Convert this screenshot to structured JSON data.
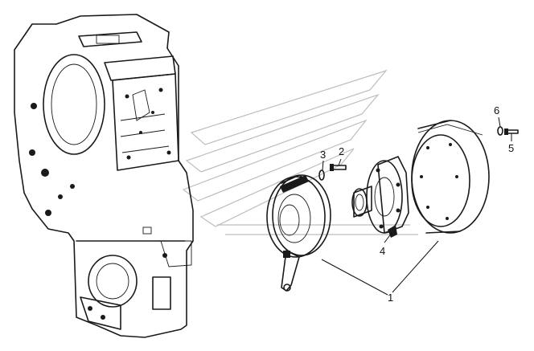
{
  "figure": {
    "callouts": [
      {
        "id": "1",
        "label": "1"
      },
      {
        "id": "2",
        "label": "2"
      },
      {
        "id": "3",
        "label": "3"
      },
      {
        "id": "4",
        "label": "4"
      },
      {
        "id": "5",
        "label": "5"
      },
      {
        "id": "6",
        "label": "6"
      }
    ],
    "colors": {
      "ink": "#1a1a1a",
      "watermark": "#bdbdbd",
      "background": "#ffffff"
    }
  }
}
